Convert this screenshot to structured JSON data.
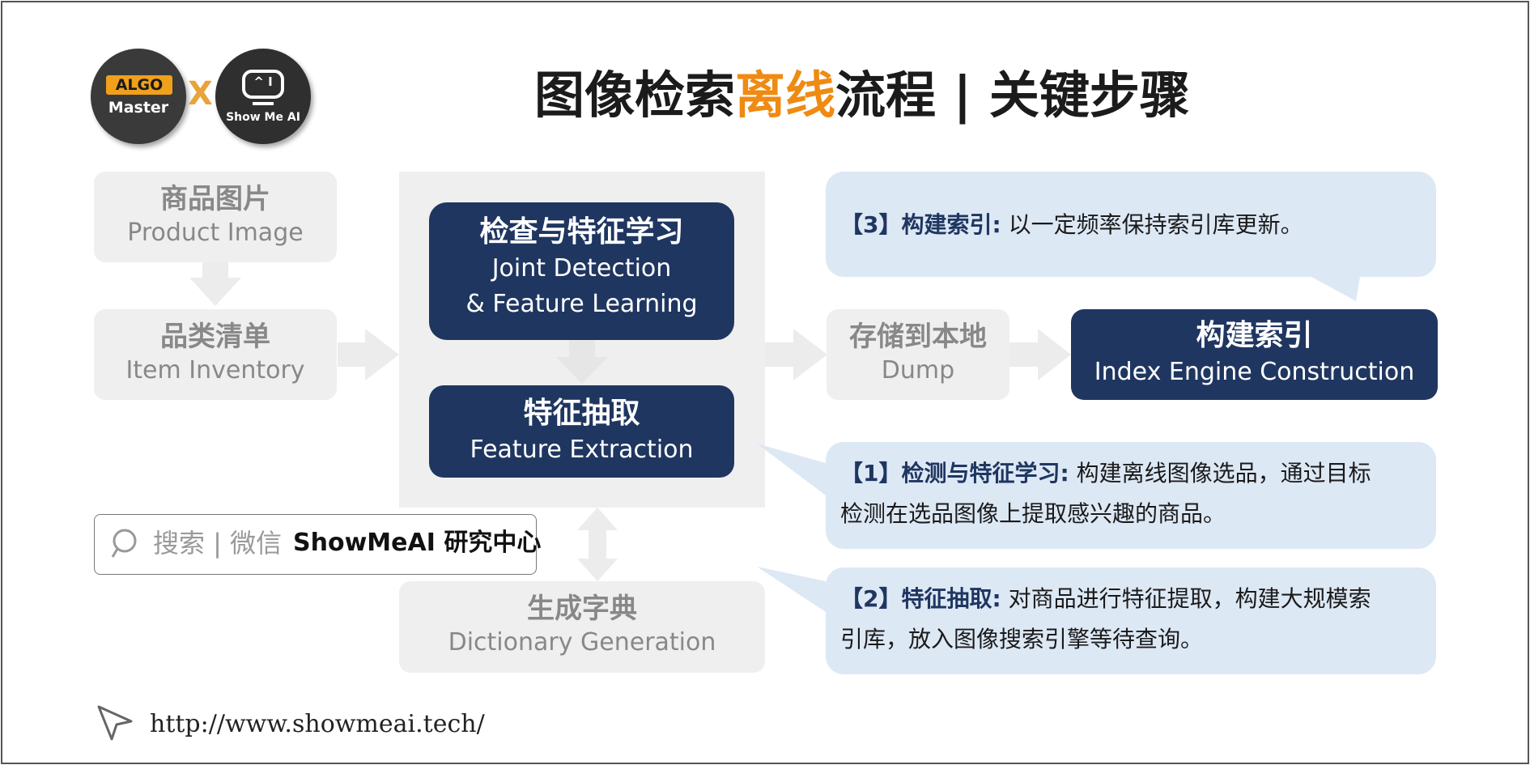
{
  "logos": {
    "algo_tag": "ALGO",
    "algo_sub": "Master",
    "x_mark": "X",
    "showme_face": "^ I",
    "showme_sub": "Show Me AI"
  },
  "title": {
    "part1": "图像检索",
    "highlight": "离线",
    "part2": "流程 | 关键步骤",
    "highlight_color": "#ef8a12"
  },
  "left_column": {
    "product_image": {
      "zh": "商品图片",
      "en": "Product Image"
    },
    "item_inventory": {
      "zh": "品类清单",
      "en": "Item Inventory"
    }
  },
  "center_column": {
    "joint_detection": {
      "zh": "检查与特征学习",
      "en1": "Joint Detection",
      "en2": "& Feature Learning"
    },
    "feature_extraction": {
      "zh": "特征抽取",
      "en": "Feature Extraction"
    },
    "dictionary_generation": {
      "zh": "生成字典",
      "en": "Dictionary Generation"
    }
  },
  "right_column": {
    "dump": {
      "zh": "存储到本地",
      "en": "Dump"
    },
    "index_engine": {
      "zh": "构建索引",
      "en": "Index Engine Construction"
    }
  },
  "notes": {
    "note3": {
      "key": "【3】构建索引:",
      "text": " 以一定频率保持索引库更新。"
    },
    "note1": {
      "key": "【1】检测与特征学习:",
      "text": " 构建离线图像选品，通过目标",
      "line2": "检测在选品图像上提取感兴趣的商品。"
    },
    "note2": {
      "key": "【2】特征抽取:",
      "text": " 对商品进行特征提取，构建大规模索",
      "line2": "引库，放入图像搜索引擎等待查询。"
    }
  },
  "search": {
    "hint": "搜索 | 微信",
    "brand": "ShowMeAI 研究中心"
  },
  "footer": {
    "url": "http://www.showmeai.tech/"
  },
  "colors": {
    "navy": "#1f3660",
    "grey_box": "#efefef",
    "bubble": "#dde8f5",
    "accent": "#ef8a12"
  }
}
